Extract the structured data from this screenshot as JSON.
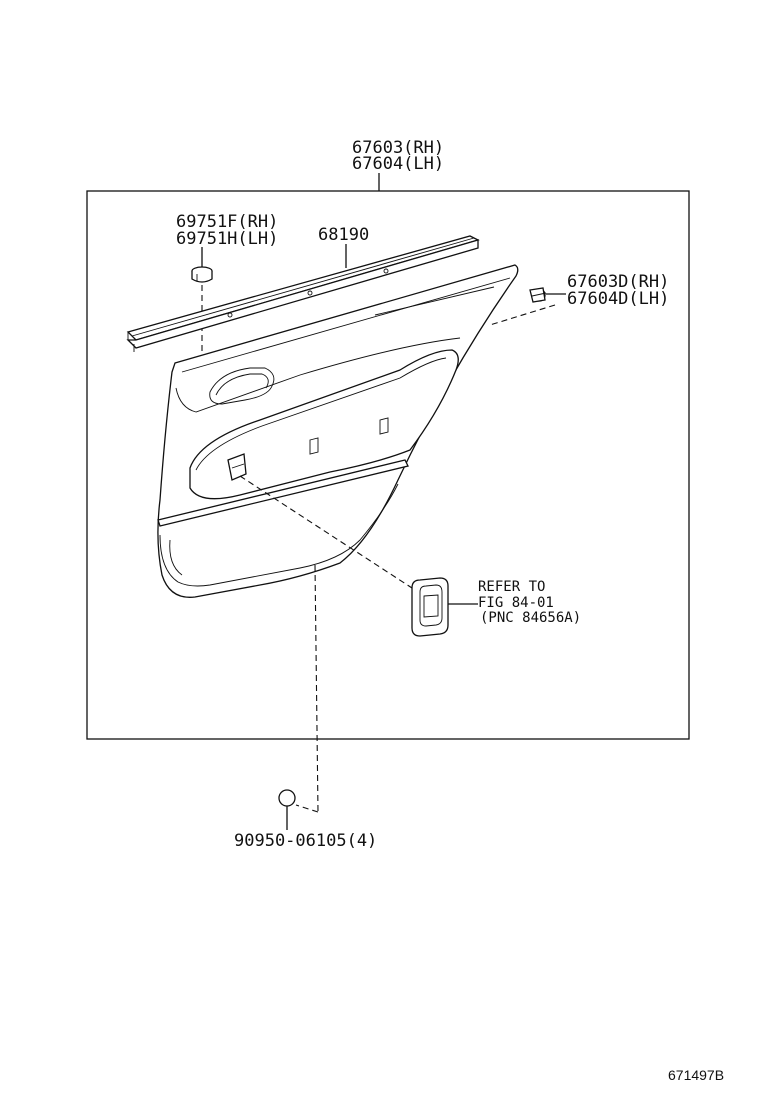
{
  "labels": {
    "door_trim_rh": "67603(RH)",
    "door_trim_lh": "67604(LH)",
    "cap_rh": "69751F(RH)",
    "cap_lh": "69751H(LH)",
    "weatherstrip": "68190",
    "clip_rh": "67603D(RH)",
    "clip_lh": "67604D(LH)",
    "refer_line1": "REFER TO",
    "refer_line2": "FIG 84-01",
    "refer_line3": "(PNC 84656A)",
    "screw": "90950-06105(4)"
  },
  "figure_code": "671497B"
}
